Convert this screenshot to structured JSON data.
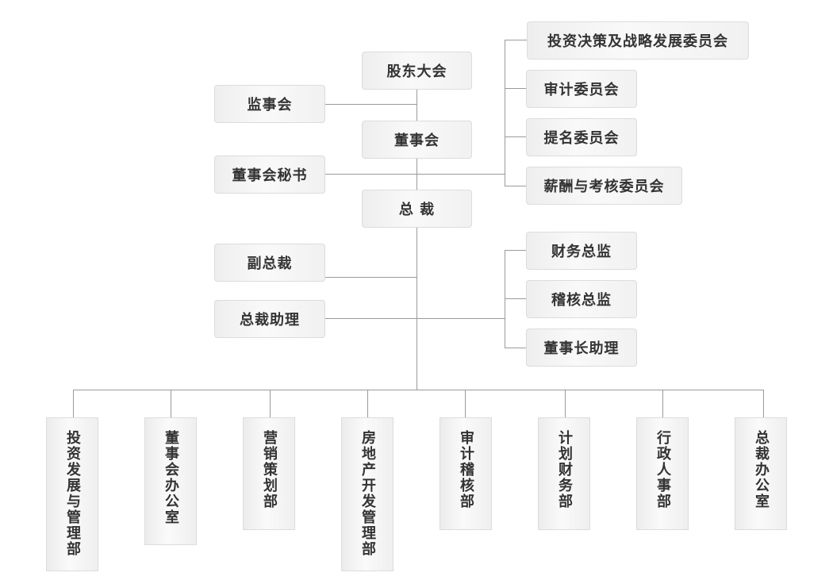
{
  "chart": {
    "top": {
      "shareholders": "股东大会",
      "board": "董事会",
      "president": "总 裁",
      "supervisory": "监事会",
      "board_secretary": "董事会秘书",
      "vice_president": "副总裁",
      "president_assistant": "总裁助理"
    },
    "committees": [
      "投资决策及战略发展委员会",
      "审计委员会",
      "提名委员会",
      "薪酬与考核委员会"
    ],
    "directors": [
      "财务总监",
      "稽核总监",
      "董事长助理"
    ],
    "departments": [
      "投资发展与管理部",
      "董事会办公室",
      "营销策划部",
      "房地产开发管理部",
      "审计稽核部",
      "计划财务部",
      "行政人事部",
      "总裁办公室"
    ]
  }
}
